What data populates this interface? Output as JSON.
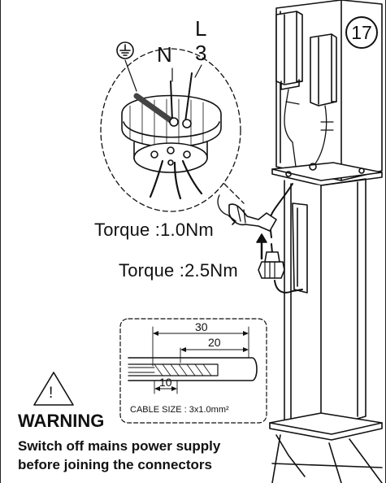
{
  "step_number": "17",
  "terminals": {
    "earth_icon": "earth-ground-icon",
    "neutral": "N",
    "line_top": "L",
    "line_bottom": "3"
  },
  "torque_upper": "Torque :1.0Nm",
  "torque_lower": "Torque :2.5Nm",
  "cable_detail": {
    "dim_outer": "30",
    "dim_inner": "20",
    "dim_strip": "10",
    "cable_size": "CABLE SIZE : 3x1.0mm²"
  },
  "warning": {
    "icon": "warning-triangle-icon",
    "symbol": "!",
    "title": "WARNING",
    "line1": "Switch off mains power supply",
    "line2": "before joining the connectors"
  }
}
